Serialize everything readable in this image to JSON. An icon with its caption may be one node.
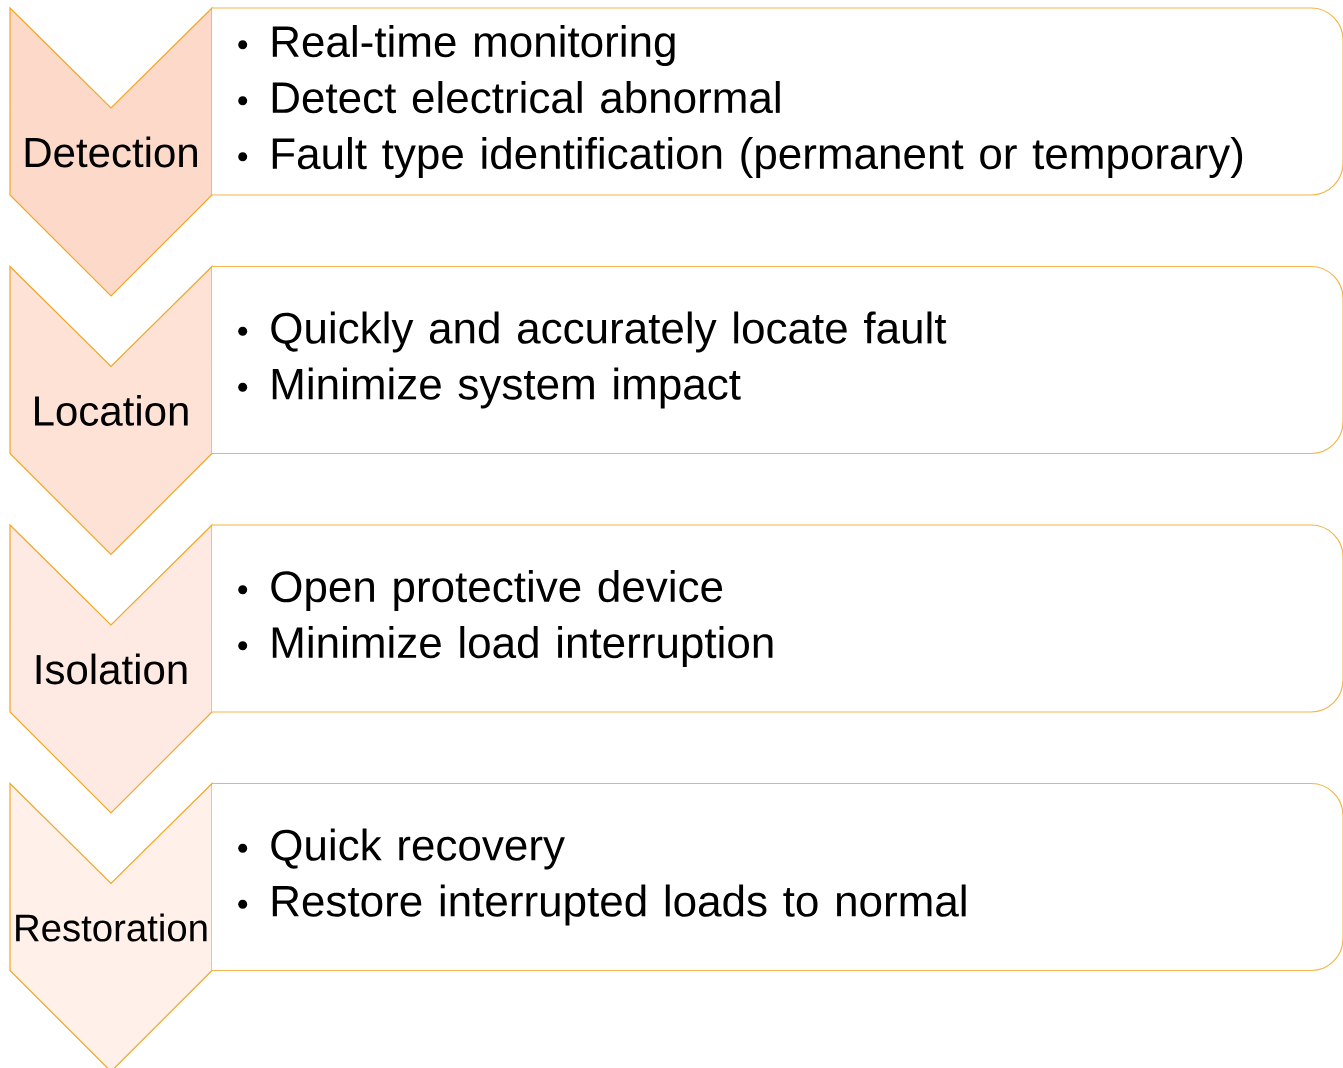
{
  "diagram": {
    "nodes": [
      {
        "text": [
          "Detection"
        ]
      },
      {
        "text": [
          "Real-time monitoring",
          "Detect electrical abnormal",
          "Fault type identification (permanent or temporary)"
        ]
      },
      {
        "text": [
          "Location"
        ]
      },
      {
        "text": [
          "Quickly and accurately locate fault",
          "Minimize system impact"
        ]
      },
      {
        "text": [
          "Isolation"
        ]
      },
      {
        "text": [
          "Open protective device",
          "Minimize load interruption"
        ]
      },
      {
        "text": [
          "Restoration"
        ]
      },
      {
        "text": [
          "Quick recovery",
          "Restore interrupted loads to normal"
        ]
      }
    ]
  }
}
